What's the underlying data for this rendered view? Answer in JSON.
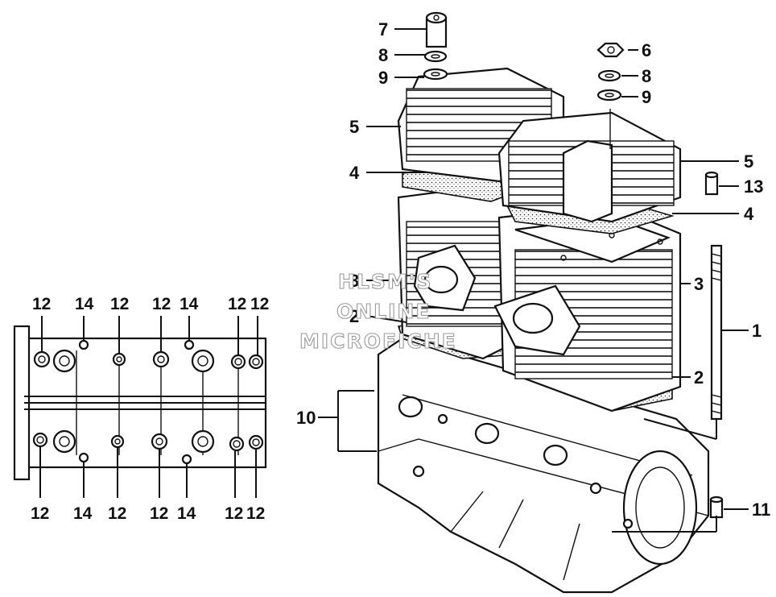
{
  "callouts": {
    "c1": "1",
    "c2a": "2",
    "c2b": "2",
    "c3a": "3",
    "c3b": "3",
    "c4a": "4",
    "c4b": "4",
    "c5a": "5",
    "c5b": "5",
    "c6": "6",
    "c7": "7",
    "c8a": "8",
    "c8b": "8",
    "c9a": "9",
    "c9b": "9",
    "c10": "10",
    "c11": "11",
    "c13": "13"
  },
  "bottom_view": {
    "top_labels": [
      "12",
      "14",
      "12",
      "12",
      "14",
      "12",
      "12"
    ],
    "bottom_labels": [
      "12",
      "14",
      "12",
      "12",
      "14",
      "12",
      "12"
    ]
  },
  "watermark": {
    "line1": "HLSM'S",
    "line2": "ONLINE",
    "line3": "MICROFICHE"
  }
}
